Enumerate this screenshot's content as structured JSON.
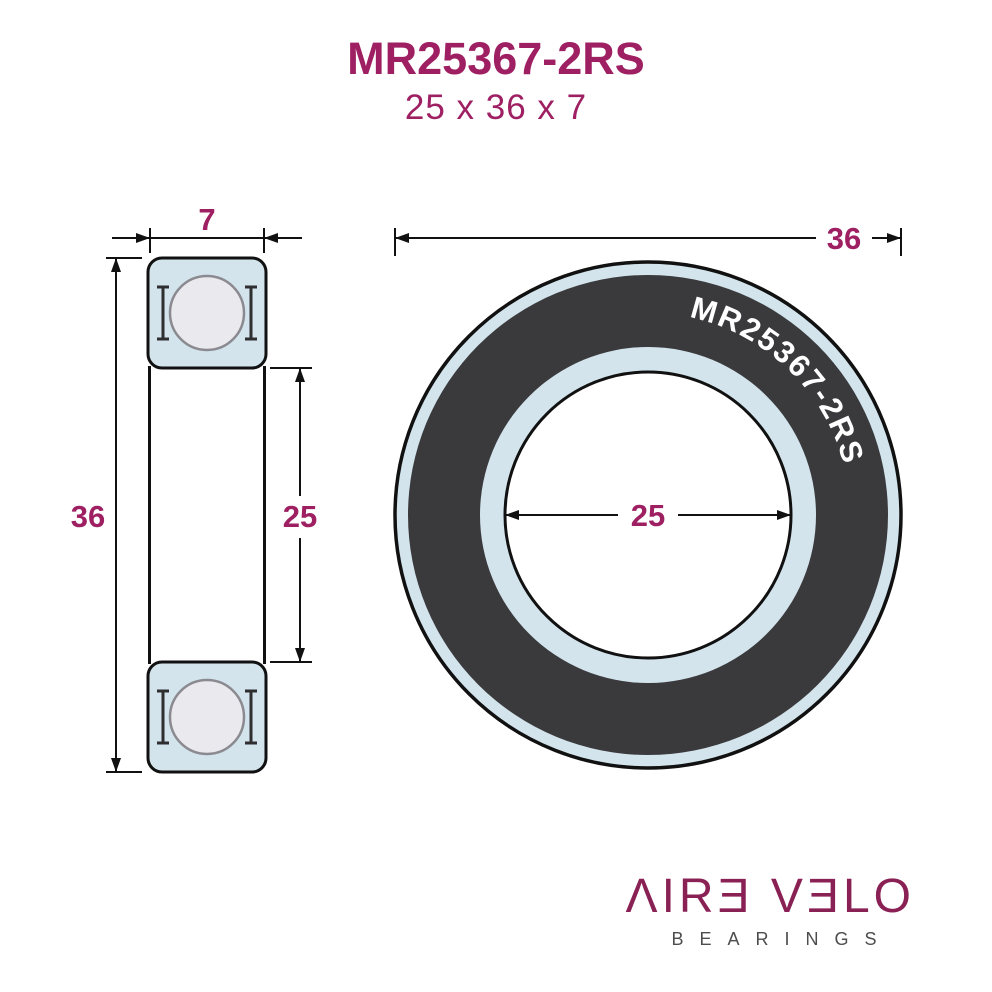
{
  "header": {
    "title": "MR25367-2RS",
    "subtitle": "25 x 36 x 7"
  },
  "cross_section": {
    "width_label": "7",
    "outer_diameter_label": "36",
    "bore_label": "25"
  },
  "front_view": {
    "outer_diameter_label": "36",
    "bore_label": "25",
    "seal_text": "MR25367-2RS"
  },
  "logo": {
    "brand_display": "ΛIRƎ VƎLO",
    "brand_name": "AIRE VELO",
    "tagline": "BEARINGS"
  },
  "colors": {
    "accent": "#9e2063",
    "bearing_body": "#d3e4ec",
    "seal": "#3a3a3d",
    "ball": "#eaeaee",
    "ball_stroke": "#8a8a90",
    "line": "#111111",
    "seal_text": "#ffffff",
    "logo_brand": "#8a2154",
    "logo_tagline": "#4d4d4d"
  }
}
